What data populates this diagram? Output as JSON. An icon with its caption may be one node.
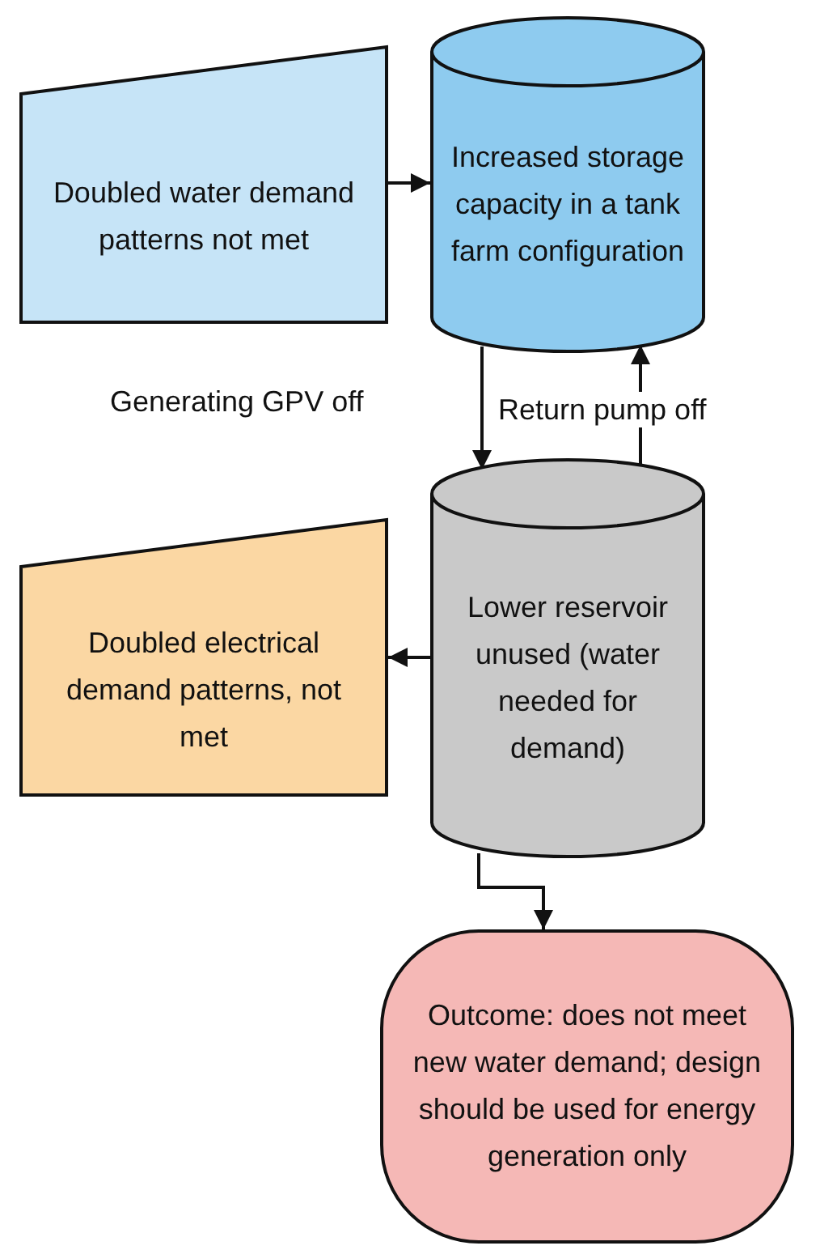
{
  "diagram": {
    "nodes": [
      {
        "text": [
          "Doubled water demand patterns not met"
        ]
      },
      {
        "text": [
          "Increased storage capacity in a tank farm configuration"
        ]
      },
      {
        "text": [
          "Lower reservoir unused (water needed for demand)"
        ]
      },
      {
        "text": [
          "Doubled electrical demand patterns, not met"
        ]
      },
      {
        "text": [
          "Outcome: does not meet new water demand; design should be used for energy generation only"
        ]
      }
    ],
    "edges": [
      {
        "from": 0,
        "to": 1,
        "arrow": "to"
      },
      {
        "from": 1,
        "to": 2,
        "arrow": "to",
        "label": "Generating GPV off"
      },
      {
        "from": 2,
        "to": 1,
        "arrow": "to",
        "label": "Return pump off"
      },
      {
        "from": 2,
        "to": 3,
        "arrow": "to"
      },
      {
        "from": 2,
        "to": 4,
        "arrow": "to"
      }
    ]
  }
}
